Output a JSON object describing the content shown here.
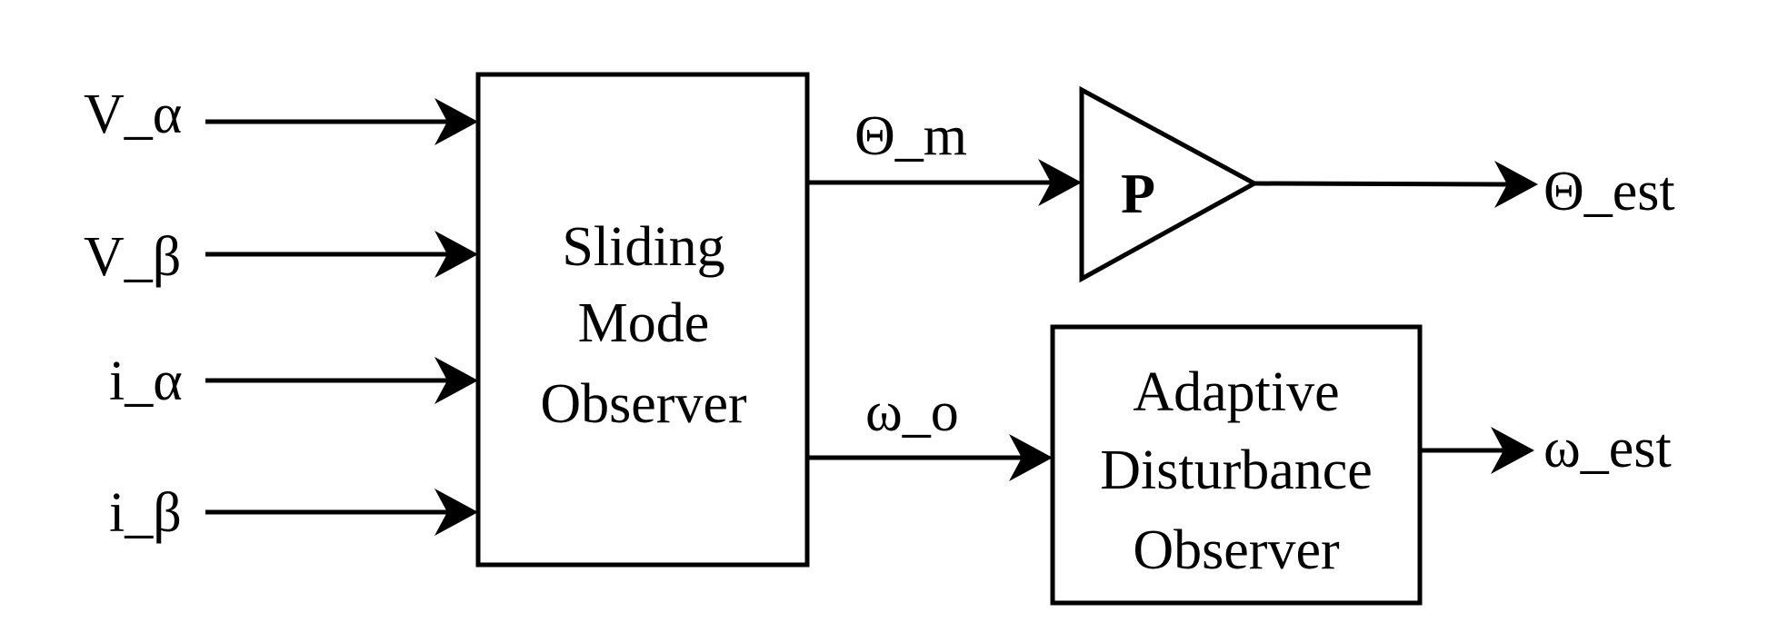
{
  "inputs": [
    "V_α",
    "V_β",
    "i_α",
    "i_β"
  ],
  "smo": {
    "lines": [
      "Sliding",
      "Mode",
      "Observer"
    ]
  },
  "signals": {
    "theta_m": "Θ_m",
    "omega_o": "ω_o"
  },
  "gain": {
    "label": "P"
  },
  "ado": {
    "lines": [
      "Adaptive",
      "Disturbance",
      "Observer"
    ]
  },
  "outputs": {
    "theta_est": "Θ_est",
    "omega_est": "ω_est"
  }
}
